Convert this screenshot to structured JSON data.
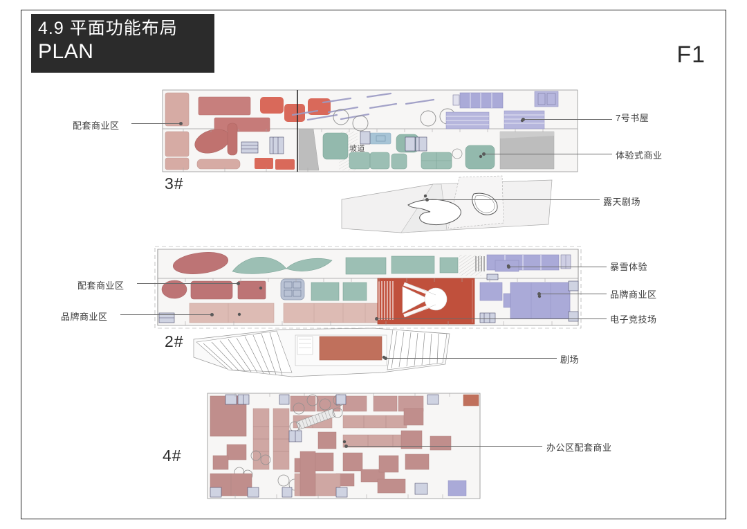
{
  "slide": {
    "title_cn": "4.9 平面功能布局",
    "title_en": "PLAN",
    "floor_tag": "F1"
  },
  "plans": [
    {
      "number": "3#",
      "inline_labels": [
        {
          "text": "坡道"
        }
      ],
      "left_labels": [
        {
          "text": "配套商业区"
        }
      ],
      "right_labels": [
        {
          "text": "7号书屋"
        },
        {
          "text": "体验式商业"
        }
      ]
    },
    {
      "number": "",
      "right_labels": [
        {
          "text": "露天剧场"
        }
      ]
    },
    {
      "number": "2#",
      "left_labels": [
        {
          "text": "配套商业区"
        },
        {
          "text": "品牌商业区"
        }
      ],
      "right_labels": [
        {
          "text": "暴雪体验"
        },
        {
          "text": "品牌商业区"
        },
        {
          "text": "电子竞技场"
        }
      ]
    },
    {
      "number": "",
      "right_labels": [
        {
          "text": "剧场"
        }
      ]
    },
    {
      "number": "4#",
      "right_labels": [
        {
          "text": "办公区配套商业"
        }
      ]
    }
  ],
  "colors": {
    "title_block": "#2b2b2b",
    "frame": "#1e1e1e",
    "salmon": "#d9695a",
    "rose": "#c47f7f",
    "dusty_pink": "#d4aaa4",
    "pale_pink": "#dcb5ae",
    "teal": "#93b9ad",
    "lavender": "#aaaad8",
    "gray_fill": "#bdbdbd",
    "brick_red": "#c0503c",
    "plan_bg": "#f7f6f5",
    "line": "#6b6b6b"
  },
  "chart_data": {
    "type": "table",
    "title": "4.9 平面功能布局 PLAN",
    "legend_entries": [
      "配套商业区",
      "品牌商业区",
      "体验式商业",
      "7号书屋",
      "暴雪体验",
      "电子竞技场",
      "露天剧场",
      "剧场",
      "办公区配套商业",
      "坡道"
    ],
    "blocks": [
      "3#",
      "2#",
      "4#"
    ]
  }
}
